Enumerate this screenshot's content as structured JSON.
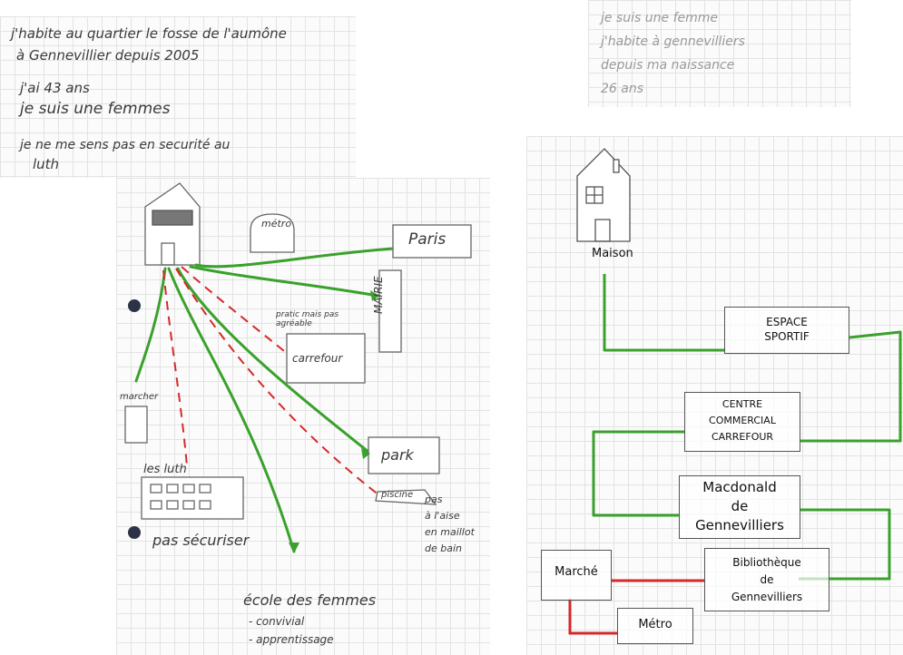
{
  "top_left_note": {
    "lines": [
      "j'habite au quartier le fosse de l'aumône",
      "à Gennevillier depuis 2005",
      "j'ai 43 ans",
      "je suis une femmes",
      "je ne me sens pas en securité au",
      "luth"
    ]
  },
  "top_right_note": {
    "lines": [
      "je suis une femme",
      "j'habite à gennevilliers",
      "depuis ma naissance",
      "26 ans"
    ]
  },
  "left_map": {
    "metro": "métro",
    "paris": "Paris",
    "mairie": "MAIRIE",
    "pratique": "pratic mais pas agréable",
    "carrefour": "carrefour",
    "marcher": "marcher",
    "park": "park",
    "luth": "les luth",
    "piscine": "piscine",
    "pas_a_laise": "pas\nà l'aise\nen maillot\nde bain",
    "pas_securiser": "pas sécuriser",
    "ecole": "école des femmes",
    "convivial": "- convivial",
    "apprentissage": "- apprentissage"
  },
  "right_map": {
    "maison": "Maison",
    "espace_sportif": "ESPACE\nSPORTIF",
    "centre_commercial": "CENTRE\nCOMMERCIAL\nCARREFOUR",
    "macdonald": "Macdonald\nde\nGennevilliers",
    "bibliotheque": "Bibliothèque\nde\nGennevilliers",
    "marche": "Marché",
    "metro": "Métro"
  },
  "colors": {
    "green": "#3aa12c",
    "red": "#d42a2a",
    "ink": "#3a3a3a"
  }
}
